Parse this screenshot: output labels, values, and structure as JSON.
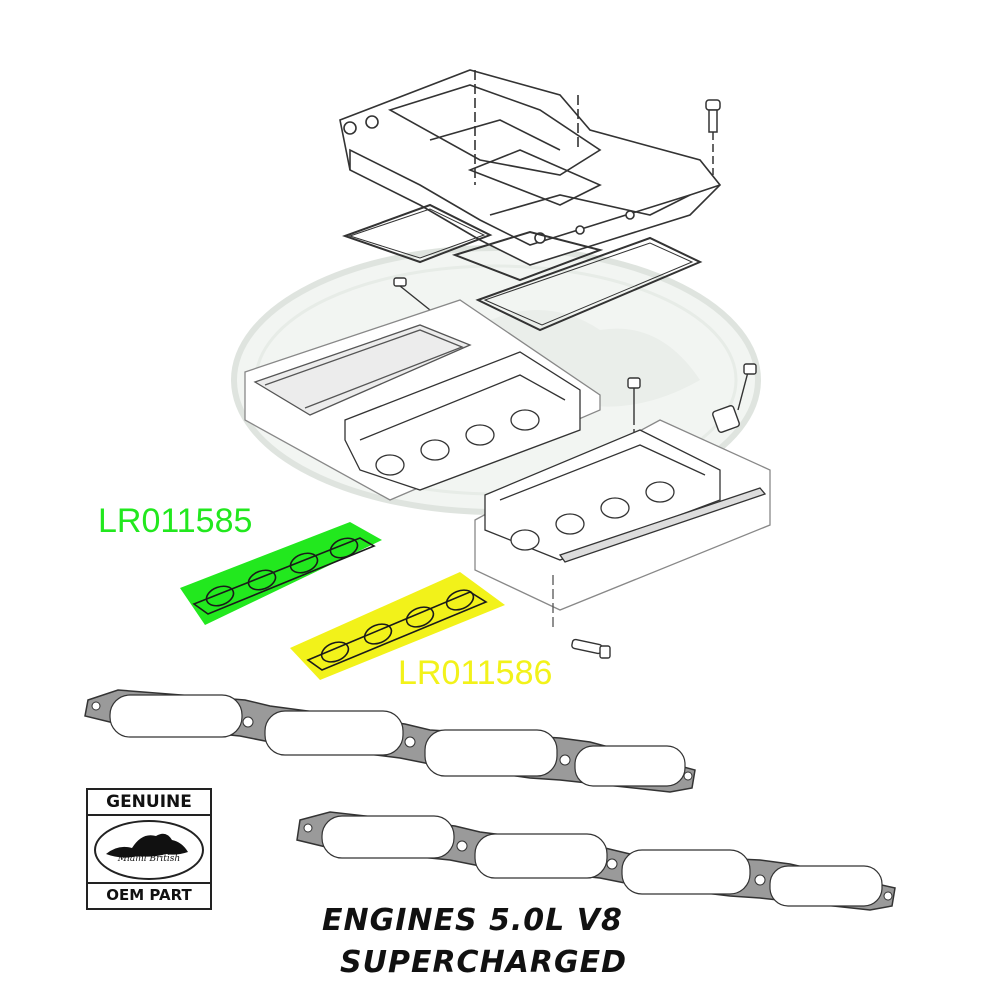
{
  "part_numbers": {
    "left_bank": "LR011585",
    "right_bank": "LR011586"
  },
  "badge": {
    "top_text": "GENUINE",
    "brand_text": "Miami British",
    "bottom_text": "OEM PART"
  },
  "caption": {
    "line1": "ENGINES 5.0L V8",
    "line2": "SUPERCHARGED"
  },
  "colors": {
    "left_highlight": "#22e81e",
    "right_highlight": "#f2f21a",
    "line_art": "#333333",
    "gasket_gray": "#9a9a9a",
    "watermark": "#d4ddd4"
  },
  "icons": {
    "logo": "land-rover-oval-watermark",
    "badge_emblem": "landmass-silhouette-icon"
  }
}
